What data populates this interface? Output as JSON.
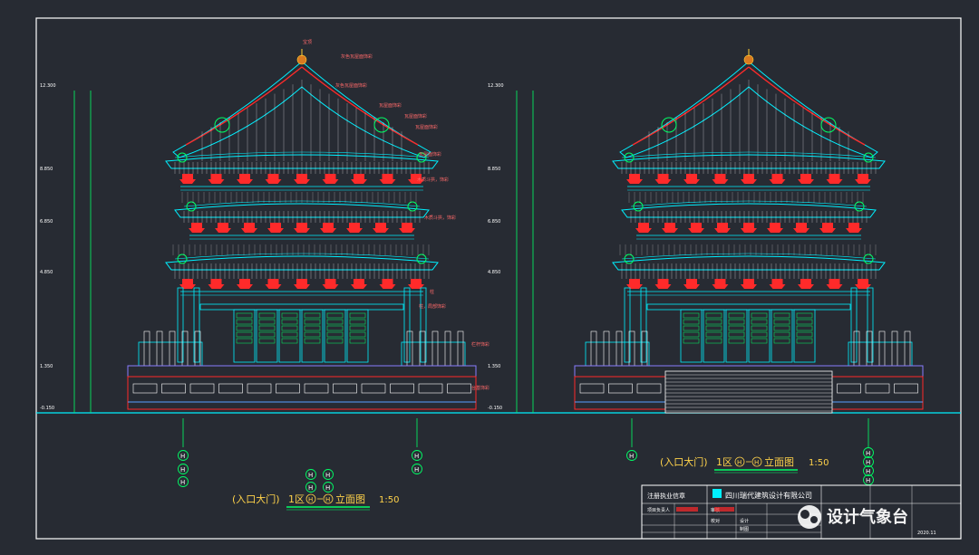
{
  "colors": {
    "background": "#272b33",
    "frame": "#ffffff",
    "cyan": "#00f0ff",
    "red": "#ff2a2a",
    "green": "#00ff66",
    "white": "#ffffff",
    "yellow": "#ffff66",
    "pink": "#ff66aa",
    "label_red": "#ff6a6a",
    "title_yellow": "#ffd24a"
  },
  "left_drawing": {
    "title_prefix": "(入口大门)",
    "title_main": "1区",
    "axis_a": "H",
    "axis_b": "H",
    "title_suffix": "立面图",
    "scale": "1:50",
    "elevations": [
      "12.300",
      "8.850",
      "6.850",
      "4.850",
      "1.350",
      "-0.150"
    ],
    "annotations": [
      "宝顶",
      "灰色瓦屋面饰彩",
      "灰色瓦屋面饰彩",
      "瓦屋面饰彩",
      "瓦屋面饰彩",
      "瓦屋面饰彩",
      "瓦屋面饰彩",
      "木质斗拱，饰彩",
      "柱",
      "木质斗拱，饰彩",
      "柱，局部饰彩",
      "栏杆饰彩",
      "台基饰彩"
    ],
    "axis_bubbles": [
      "H",
      "H",
      "H",
      "H",
      "H",
      "H"
    ]
  },
  "right_drawing": {
    "title_prefix": "(入口大门)",
    "title_main": "1区",
    "axis_a": "H",
    "axis_b": "H",
    "title_suffix": "立面图",
    "scale": "1:50",
    "elevations": [
      "12.300",
      "8.850",
      "6.850",
      "4.850",
      "1.350",
      "-0.150"
    ],
    "axis_bubbles": [
      "H",
      "H",
      "H",
      "H",
      "H"
    ]
  },
  "title_block": {
    "company": "四川瑞代建筑设计有限公司",
    "stamp_label": "注册执业信章",
    "rows": [
      "项目负责人",
      "审核",
      "校对",
      "设计",
      "制图"
    ],
    "date": "2020.11"
  },
  "watermark": {
    "text": "设计气象台"
  }
}
